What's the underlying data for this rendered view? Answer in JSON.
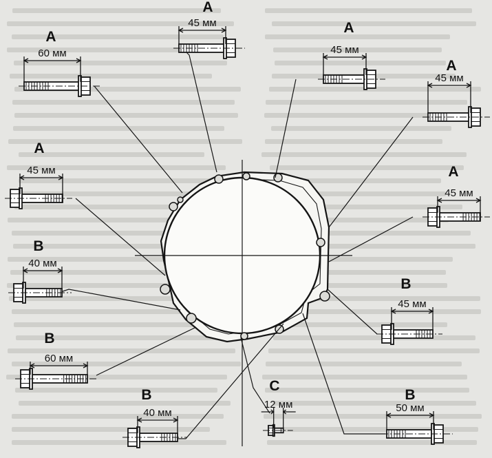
{
  "bolts": [
    {
      "id": "a1",
      "letter": "A",
      "length": "60 мм"
    },
    {
      "id": "a2",
      "letter": "A",
      "length": "45 мм"
    },
    {
      "id": "a3",
      "letter": "A",
      "length": "45 мм"
    },
    {
      "id": "a4",
      "letter": "A",
      "length": "45 мм"
    },
    {
      "id": "a5",
      "letter": "A",
      "length": "45 мм"
    },
    {
      "id": "a6",
      "letter": "A",
      "length": "45 мм"
    },
    {
      "id": "b1",
      "letter": "B",
      "length": "40 мм"
    },
    {
      "id": "b2",
      "letter": "B",
      "length": "45 мм"
    },
    {
      "id": "b3",
      "letter": "B",
      "length": "60 мм"
    },
    {
      "id": "b4",
      "letter": "B",
      "length": "40 мм"
    },
    {
      "id": "b5",
      "letter": "B",
      "length": "50 мм"
    },
    {
      "id": "c1",
      "letter": "C",
      "length": "12 мм"
    }
  ]
}
